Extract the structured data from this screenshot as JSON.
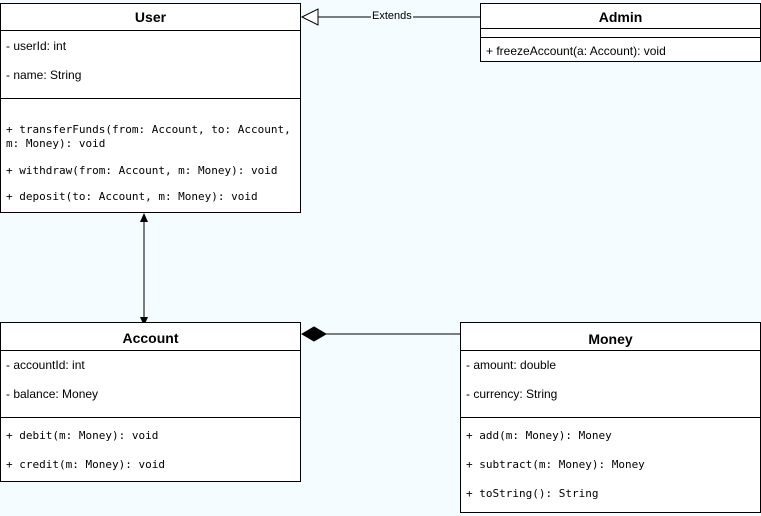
{
  "colors": {
    "background": "#f5fcff",
    "box": "#ffffff",
    "line": "#000000"
  },
  "classes": {
    "user": {
      "name": "User",
      "attributes": [
        "- userId: int",
        "- name: String"
      ],
      "methods": [
        "+ transferFunds(from: Account, to: Account, m: Money): void",
        "+ withdraw(from: Account, m: Money): void",
        "+ deposit(to: Account, m: Money): void"
      ]
    },
    "admin": {
      "name": "Admin",
      "methods": [
        "+ freezeAccount(a: Account): void"
      ]
    },
    "account": {
      "name": "Account",
      "attributes": [
        "- accountId: int",
        "- balance: Money"
      ],
      "methods": [
        "+ debit(m: Money): void",
        "+ credit(m: Money): void"
      ]
    },
    "money": {
      "name": "Money",
      "attributes": [
        "- amount: double",
        "- currency: String"
      ],
      "methods": [
        "+ add(m: Money): Money",
        "+ subtract(m: Money): Money",
        "+ toString(): String"
      ]
    }
  },
  "relations": {
    "extends_label": "Extends"
  }
}
